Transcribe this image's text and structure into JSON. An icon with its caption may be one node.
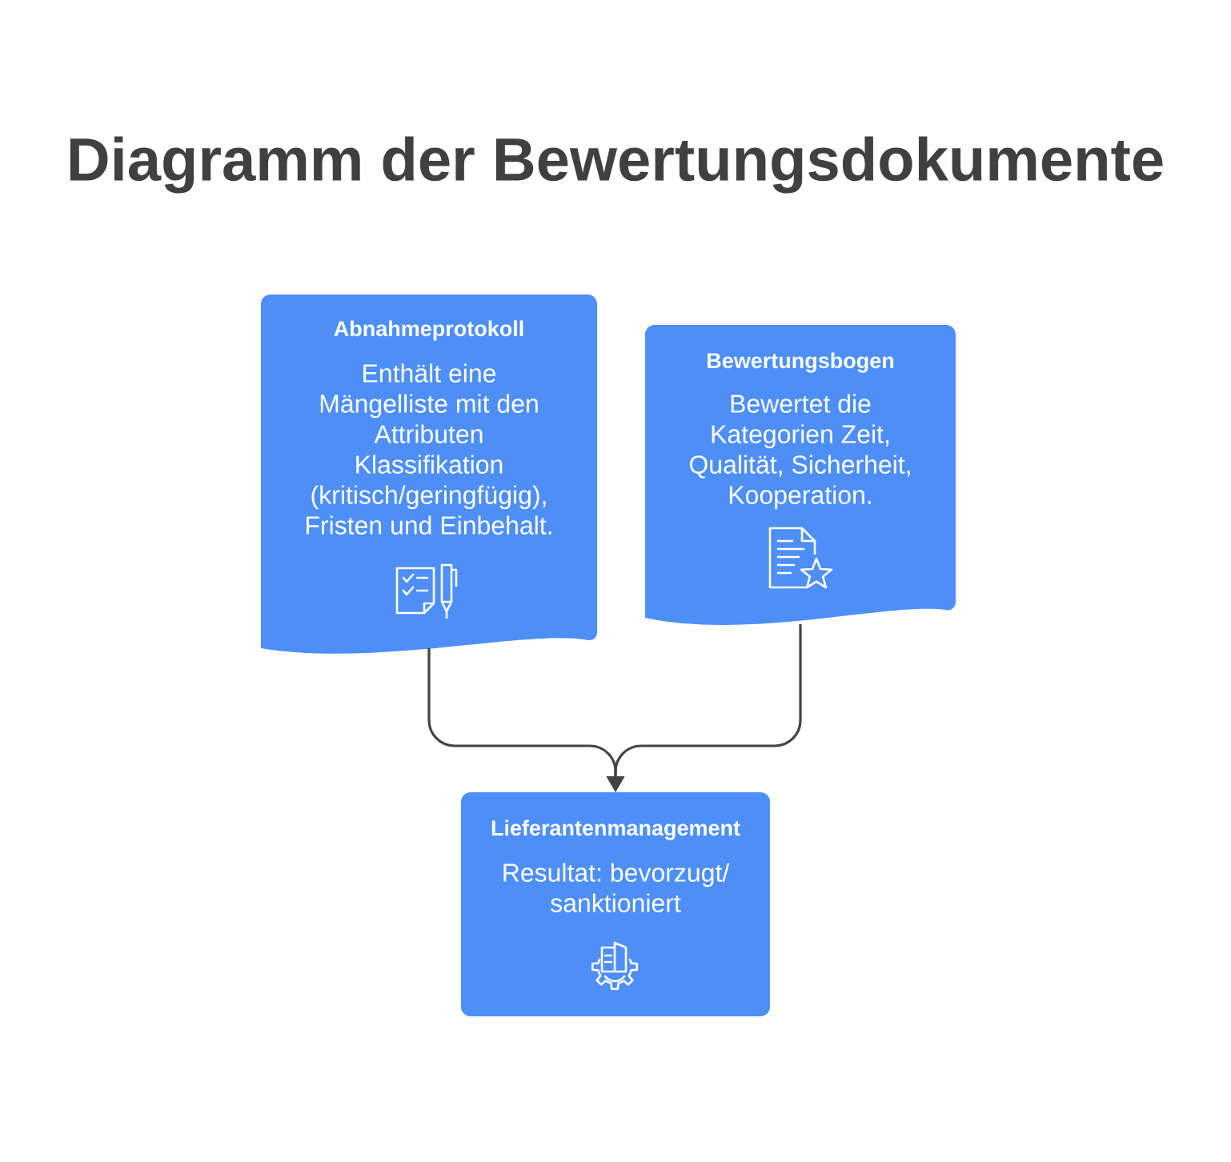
{
  "diagram": {
    "title": "Diagramm der Bewertungsdokumente",
    "nodes": [
      {
        "text": [
          "Abnahmeprotokoll",
          "Enthält eine Mängelliste mit den Attributen Klassifikation (kritisch/geringfügig), Fristen und Einbehalt."
        ]
      },
      {
        "text": [
          "Bewertungsbogen",
          "Bewertet die Kategorien Zeit, Qualität, Sicherheit, Kooperation."
        ]
      },
      {
        "text": [
          "Lieferantenmanagement",
          "Resultat: bevorzugt/ sanktioniert"
        ]
      }
    ],
    "edges": [
      {
        "from": 0,
        "to": 2,
        "arrow": "to"
      },
      {
        "from": 1,
        "to": 2,
        "arrow": "to"
      }
    ]
  }
}
